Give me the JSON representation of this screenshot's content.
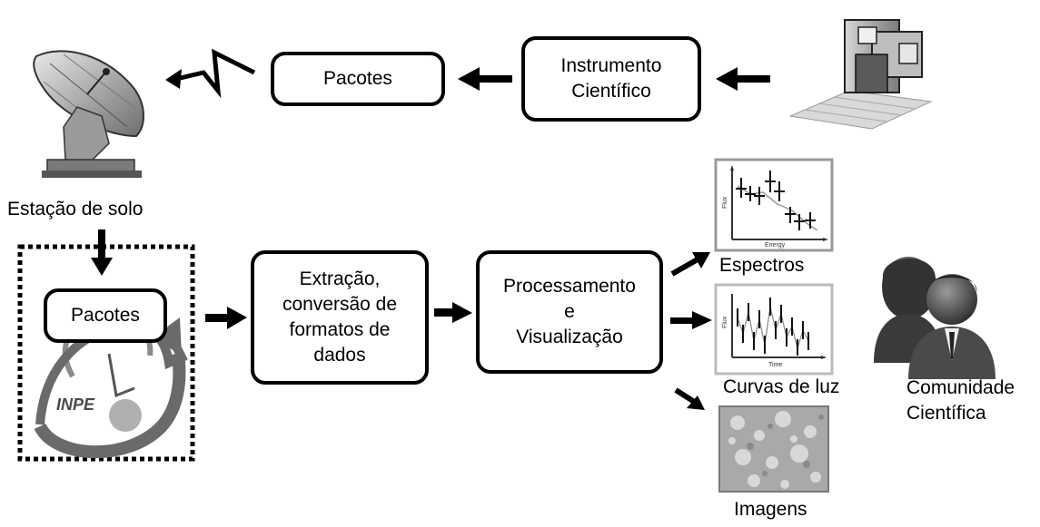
{
  "nodes": {
    "packets_top": "Pacotes",
    "instrument": "Instrumento\nCientífico",
    "packets_ground": "Pacotes",
    "extraction": "Extração,\nconversão de\nformatos de\ndados",
    "processing": "Processamento\ne\nVisualização"
  },
  "labels": {
    "ground_station": "Estação de solo",
    "spectra": "Espectros",
    "light_curves": "Curvas de luz",
    "images": "Imagens",
    "community": "Comunidade\nCientífica"
  },
  "thumbnails": {
    "spectrum": {
      "ylabel": "Flux",
      "xlabel": "Energy"
    },
    "light_curve": {
      "ylabel": "Flux",
      "xlabel": "Time"
    }
  },
  "logo": {
    "text": "INPE"
  },
  "colors": {
    "stroke": "#000000",
    "gray": "#8c8c8c",
    "light_gray": "#cfcfcf"
  }
}
